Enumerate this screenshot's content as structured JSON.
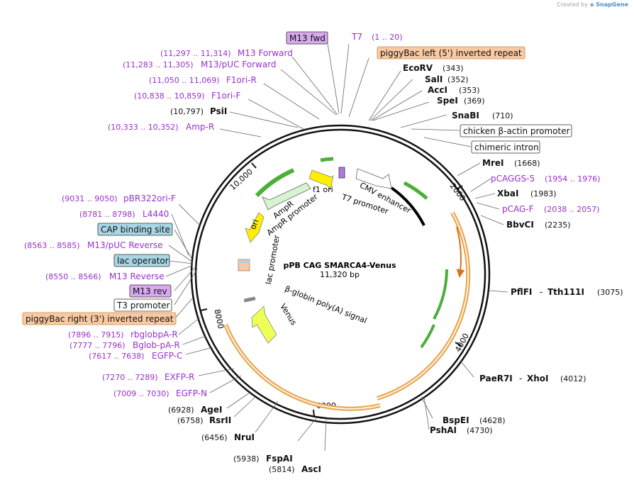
{
  "header": {
    "credit_prefix": "Created by",
    "credit_brand": "SnapGene"
  },
  "plasmid": {
    "name": "pPB CAG SMARCA4-Venus",
    "size": "11,320 bp"
  },
  "ticks": [
    "2000",
    "4000",
    "6000",
    "8000",
    "10,000"
  ],
  "colors": {
    "primer_purple": "#9a2fd0",
    "enzyme_black": "#111111",
    "feature_box_orange": "#f9c9a3",
    "feature_box_blue": "#a9d6e5",
    "feature_box_purple": "#d9a8f0",
    "orange_arrow": "#e8a24a",
    "green_arrow": "#4caf3a",
    "yellow_arrow": "#ffee00"
  },
  "labels": {
    "m13fwd": "M13 fwd",
    "t7_name": "T7",
    "t7_range": "(1 .. 20)",
    "pbl": "piggyBac left (5') inverted repeat",
    "m13f_range": "(11,297 .. 11,314)",
    "m13f_name": "M13 Forward",
    "m13puc_range": "(11,283 .. 11,305)",
    "m13puc_name": "M13/pUC Forward",
    "f1r_range": "(11,050 .. 11,069)",
    "f1r_name": "F1ori-R",
    "f1f_range": "(10,838 .. 10,859)",
    "f1f_name": "F1ori-F",
    "psii_pos": "(10,797)",
    "psii_name": "PsiI",
    "ampr_range": "(10,333 .. 10,352)",
    "ampr_name": "Amp-R",
    "ecorv_name": "EcoRV",
    "ecorv_pos": "(343)",
    "sali_name": "SalI",
    "sali_pos": "(352)",
    "acci_name": "AccI",
    "acci_pos": "(353)",
    "spei_name": "SpeI",
    "spei_pos": "(369)",
    "snabi_name": "SnaBI",
    "snabi_pos": "(710)",
    "cba": "chicken β-actin promoter",
    "chimeric": "chimeric intron",
    "mrei_name": "MreI",
    "mrei_pos": "(1668)",
    "pcaggs_name": "pCAGGS-5",
    "pcaggs_range": "(1954 .. 1976)",
    "xbai_name": "XbaI",
    "xbai_pos": "(1983)",
    "pcagf_name": "pCAG-F",
    "pcagf_range": "(2038 .. 2057)",
    "bbvci_name": "BbvCI",
    "bbvci_pos": "(2235)",
    "pbr_range": "(9031 .. 9050)",
    "pbr_name": "pBR322ori-F",
    "l4440_range": "(8781 .. 8798)",
    "l4440_name": "L4440",
    "cap": "CAP binding site",
    "m13rev_range": "(8563 .. 8585)",
    "m13rev_name": "M13/pUC Reverse",
    "lacop": "lac operator",
    "m13r_range": "(8550 .. 8566)",
    "m13r_name": "M13 Reverse",
    "m13revbox": "M13 rev",
    "t3": "T3 promoter",
    "pbr_right": "piggyBac right (3') inverted repeat",
    "pflfi": "PflFI",
    "dash1": "-",
    "tth": "Tth111I",
    "pflfi_pos": "(3075)",
    "rbglob_range": "(7896 .. 7915)",
    "rbglob_name": "rbglobpA-R",
    "bglob_range": "(7777 .. 7796)",
    "bglob_name": "Bglob-pA-R",
    "egfpc_range": "(7617 .. 7638)",
    "egfpc_name": "EGFP-C",
    "exfpr_range": "(7270 .. 7289)",
    "exfpr_name": "EXFP-R",
    "egfpn_range": "(7009 .. 7030)",
    "egfpn_name": "EGFP-N",
    "agei_pos": "(6928)",
    "agei_name": "AgeI",
    "rsrii_pos": "(6758)",
    "rsrii_name": "RsrII",
    "paer7i": "PaeR7I",
    "dash2": "-",
    "xhoi": "XhoI",
    "xhoi_pos": "(4012)",
    "nrui_pos": "(6456)",
    "nrui_name": "NruI",
    "bspei_name": "BspEI",
    "bspei_pos": "(4628)",
    "pshai_name": "PshAI",
    "pshai_pos": "(4730)",
    "fspai_pos": "(5938)",
    "fspai_name": "FspAI",
    "asci_pos": "(5814)",
    "asci_name": "AscI"
  },
  "inner_labels": {
    "f1ori": "f1 ori",
    "ampr": "AmpR",
    "ampr_promoter": "AmpR promoter",
    "ori": "ori",
    "lac_promoter": "lac promoter",
    "cmv": "CMV enhancer",
    "t7_promoter": "T7 promoter",
    "bglobin": "β-globin poly(A) signal",
    "venus": "Venus"
  }
}
